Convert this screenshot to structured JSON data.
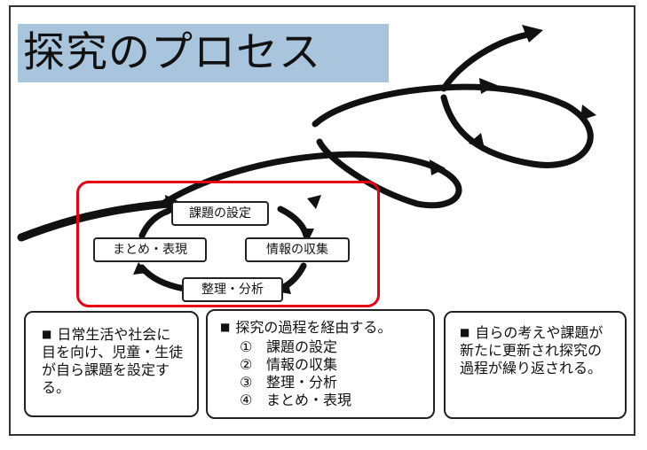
{
  "title": "探究のプロセス",
  "stages": {
    "setting": "課題の設定",
    "collecting": "情報の収集",
    "analysis": "整理・分析",
    "summary": "まとめ・表現"
  },
  "colors": {
    "title_bg": "#a9c4dd",
    "highlight": "#e60012",
    "arrow": "#111111"
  },
  "boxes": {
    "left": {
      "bullet": "■",
      "text": "日常生活や社会に目を向け、児童・生徒が自ら課題を設定する。"
    },
    "center": {
      "bullet": "■",
      "heading": "探究の過程を経由する。",
      "items": [
        {
          "num": "①",
          "label": "課題の設定"
        },
        {
          "num": "②",
          "label": "情報の収集"
        },
        {
          "num": "③",
          "label": "整理・分析"
        },
        {
          "num": "④",
          "label": "まとめ・表現"
        }
      ]
    },
    "right": {
      "bullet": "■",
      "text": "自らの考えや課題が新たに更新され探究の過程が繰り返される。"
    }
  }
}
